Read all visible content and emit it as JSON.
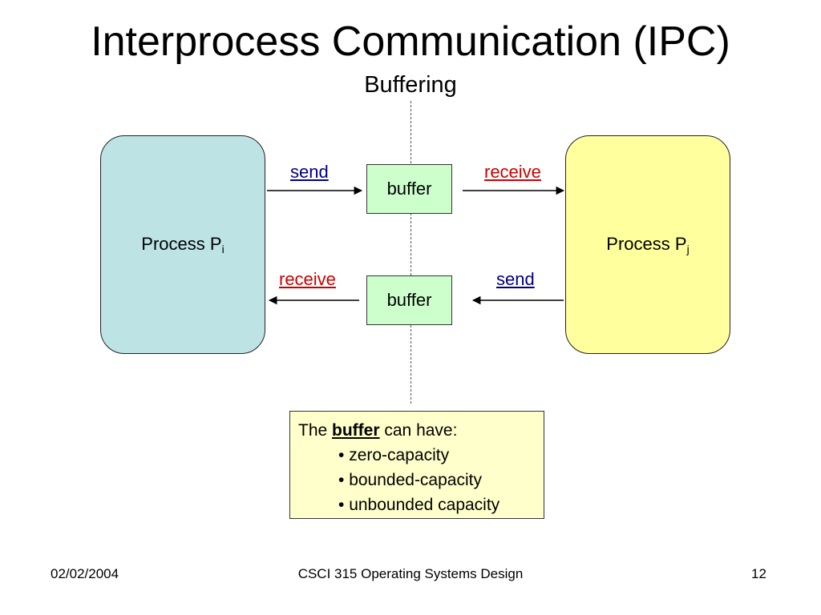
{
  "slide": {
    "title": "Interprocess Communication (IPC)",
    "subtitle": "Buffering"
  },
  "processes": {
    "left": {
      "name": "Process P",
      "subscript": "i"
    },
    "right": {
      "name": "Process P",
      "subscript": "j"
    }
  },
  "buffers": {
    "top": "buffer",
    "bottom": "buffer"
  },
  "arrow_labels": {
    "top_left": "send",
    "top_right": "receive",
    "bottom_left": "receive",
    "bottom_right": "send"
  },
  "note": {
    "prefix": "The",
    "keyword": "buffer",
    "suffix": "can have:",
    "items": [
      "zero-capacity",
      "bounded-capacity",
      "unbounded capacity"
    ]
  },
  "footer": {
    "date": "02/02/2004",
    "course": "CSCI 315 Operating Systems Design",
    "page": "12"
  },
  "colors": {
    "process_left": "#bde3e5",
    "process_right": "#ffff9e",
    "buffer": "#ccffcc",
    "note": "#ffffcc",
    "send": "#000080",
    "receive": "#cc0000"
  }
}
